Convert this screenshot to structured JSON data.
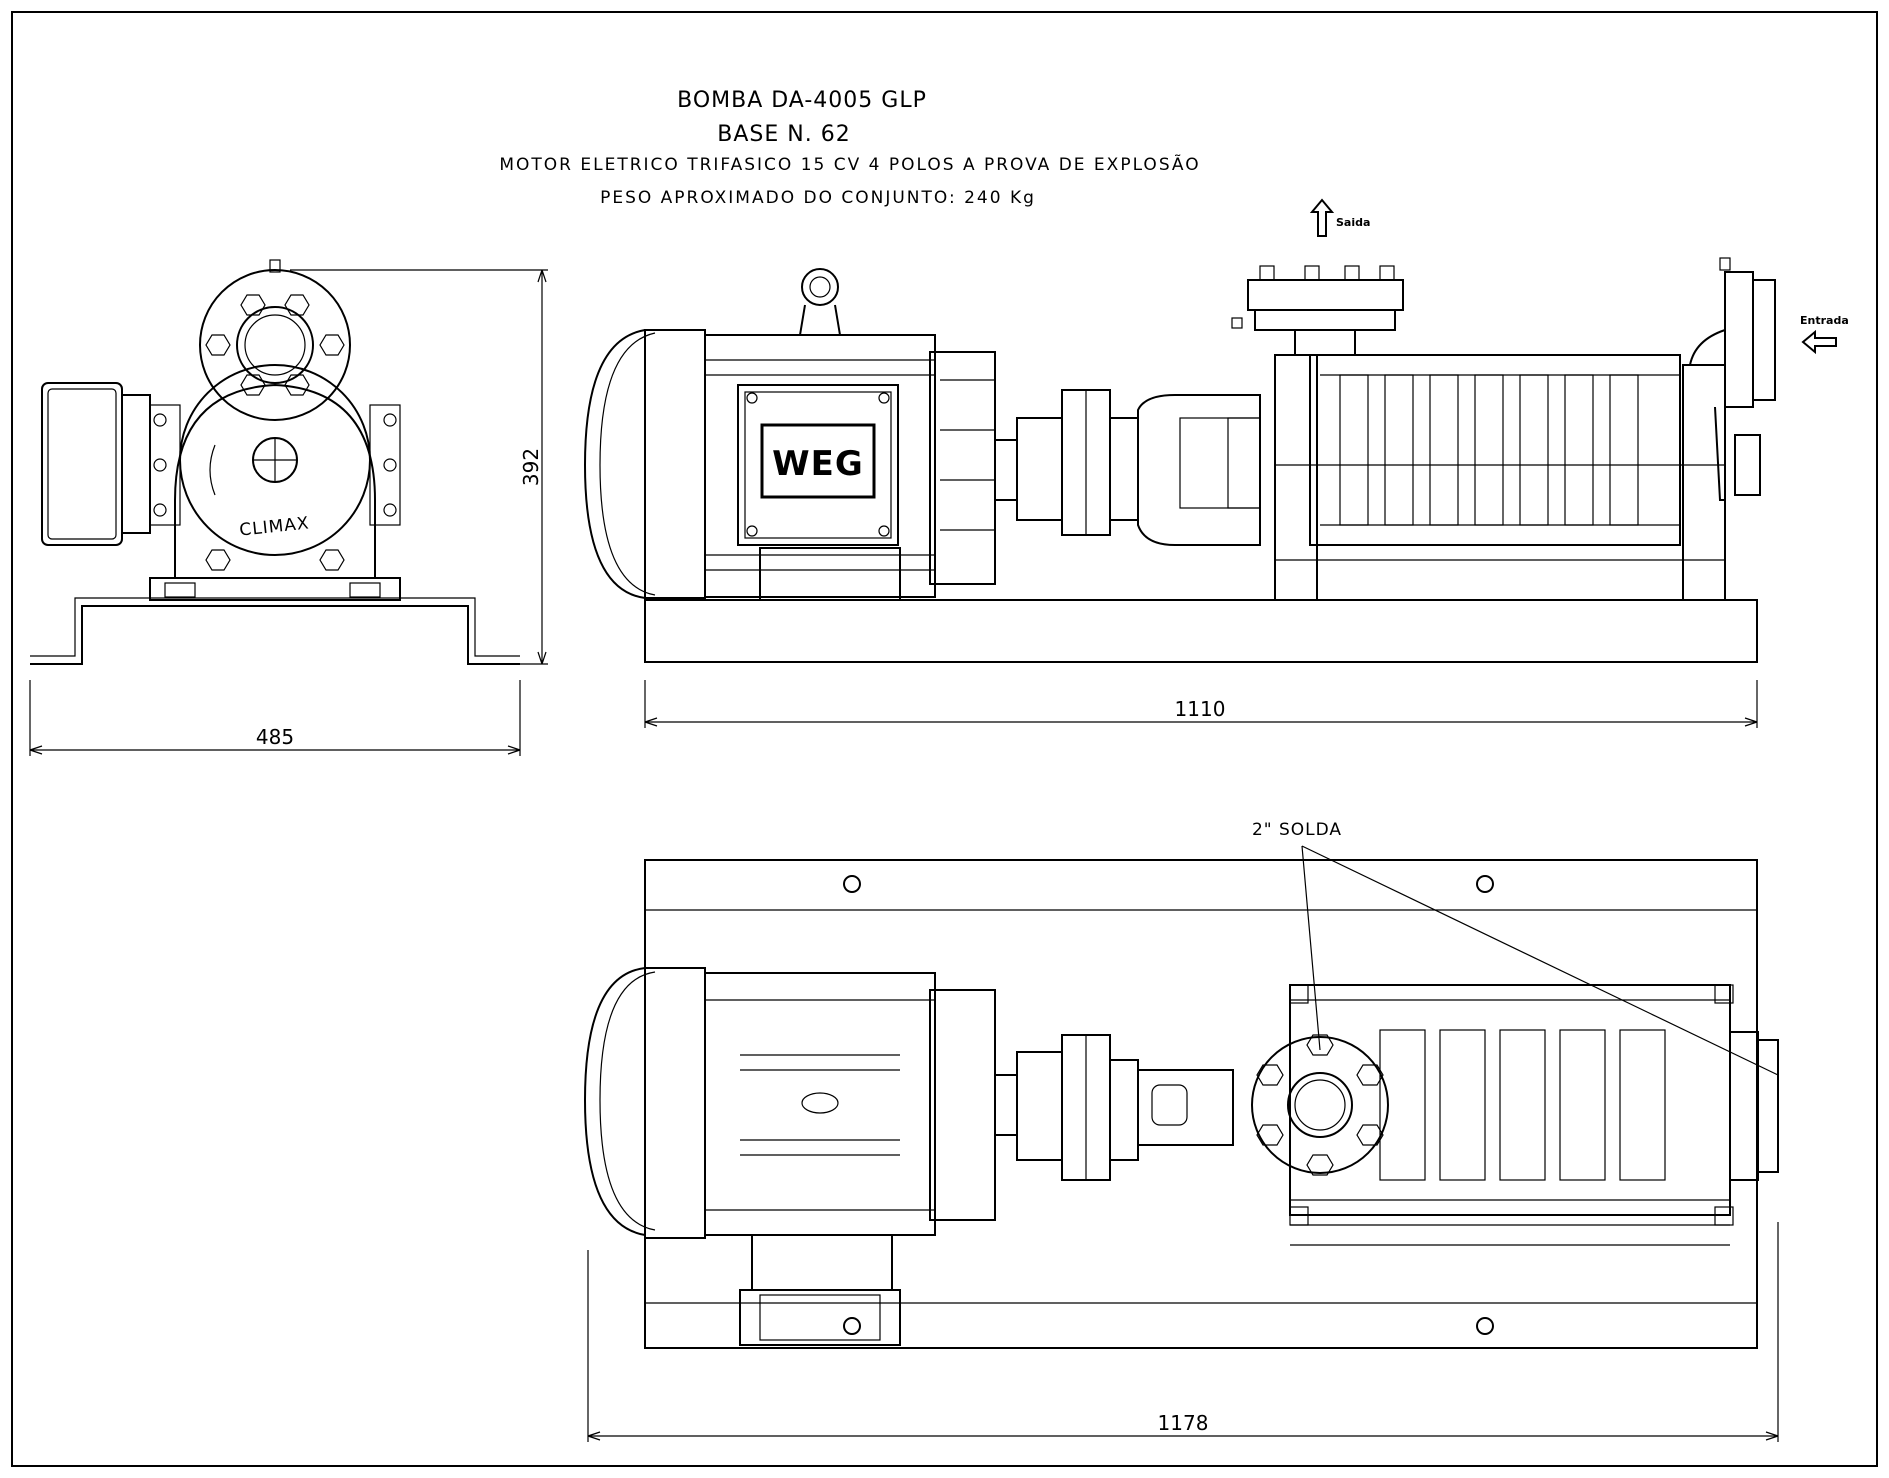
{
  "title": {
    "line1": "BOMBA DA-4005 GLP",
    "line2": "BASE N. 62",
    "line3": "MOTOR ELETRICO TRIFASICO 15 CV 4 POLOS A PROVA DE EXPLOSÃO",
    "line4": "PESO APROXIMADO DO CONJUNTO:  240 Kg"
  },
  "labels": {
    "saida": "Saida",
    "entrada": "Entrada",
    "climax": "CLIMAX",
    "weg": "WEG",
    "solda_note": "2\" SOLDA"
  },
  "dimensions": {
    "side_width": "485",
    "side_height": "392",
    "front_length": "1110",
    "top_length": "1178"
  }
}
